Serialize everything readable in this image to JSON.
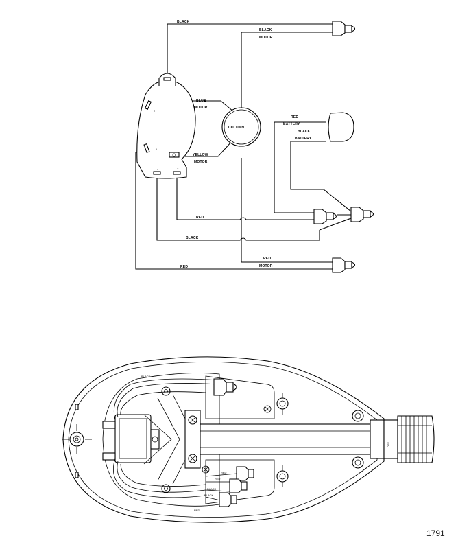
{
  "wiring": {
    "black": "BLACK",
    "black_motor_1": "BLACK",
    "motor_1": "MOTOR",
    "blue": "BLUE",
    "motor_blue": "MOTOR",
    "yellow": "YELLOW",
    "motor_yellow": "MOTOR",
    "column": "COLUMN",
    "red_battery": "RED",
    "battery_1": "BATTERY",
    "black_battery": "BLACK",
    "battery_2": "BATTERY",
    "red_mid": "RED",
    "black_low": "BLACK",
    "red_motor": "RED",
    "motor_2": "MOTOR",
    "red_bottom": "RED",
    "switch_2": "2",
    "switch_1": "1",
    "switch_minus": "-",
    "switch_plus": "+"
  },
  "housing": {
    "black_label": "BLACK",
    "label_a": "RED",
    "label_b": "RED",
    "label_c": "BLACK",
    "label_d": "BLACK",
    "label_e": "RED",
    "off_label": "OFF"
  },
  "figure_number": "1791"
}
